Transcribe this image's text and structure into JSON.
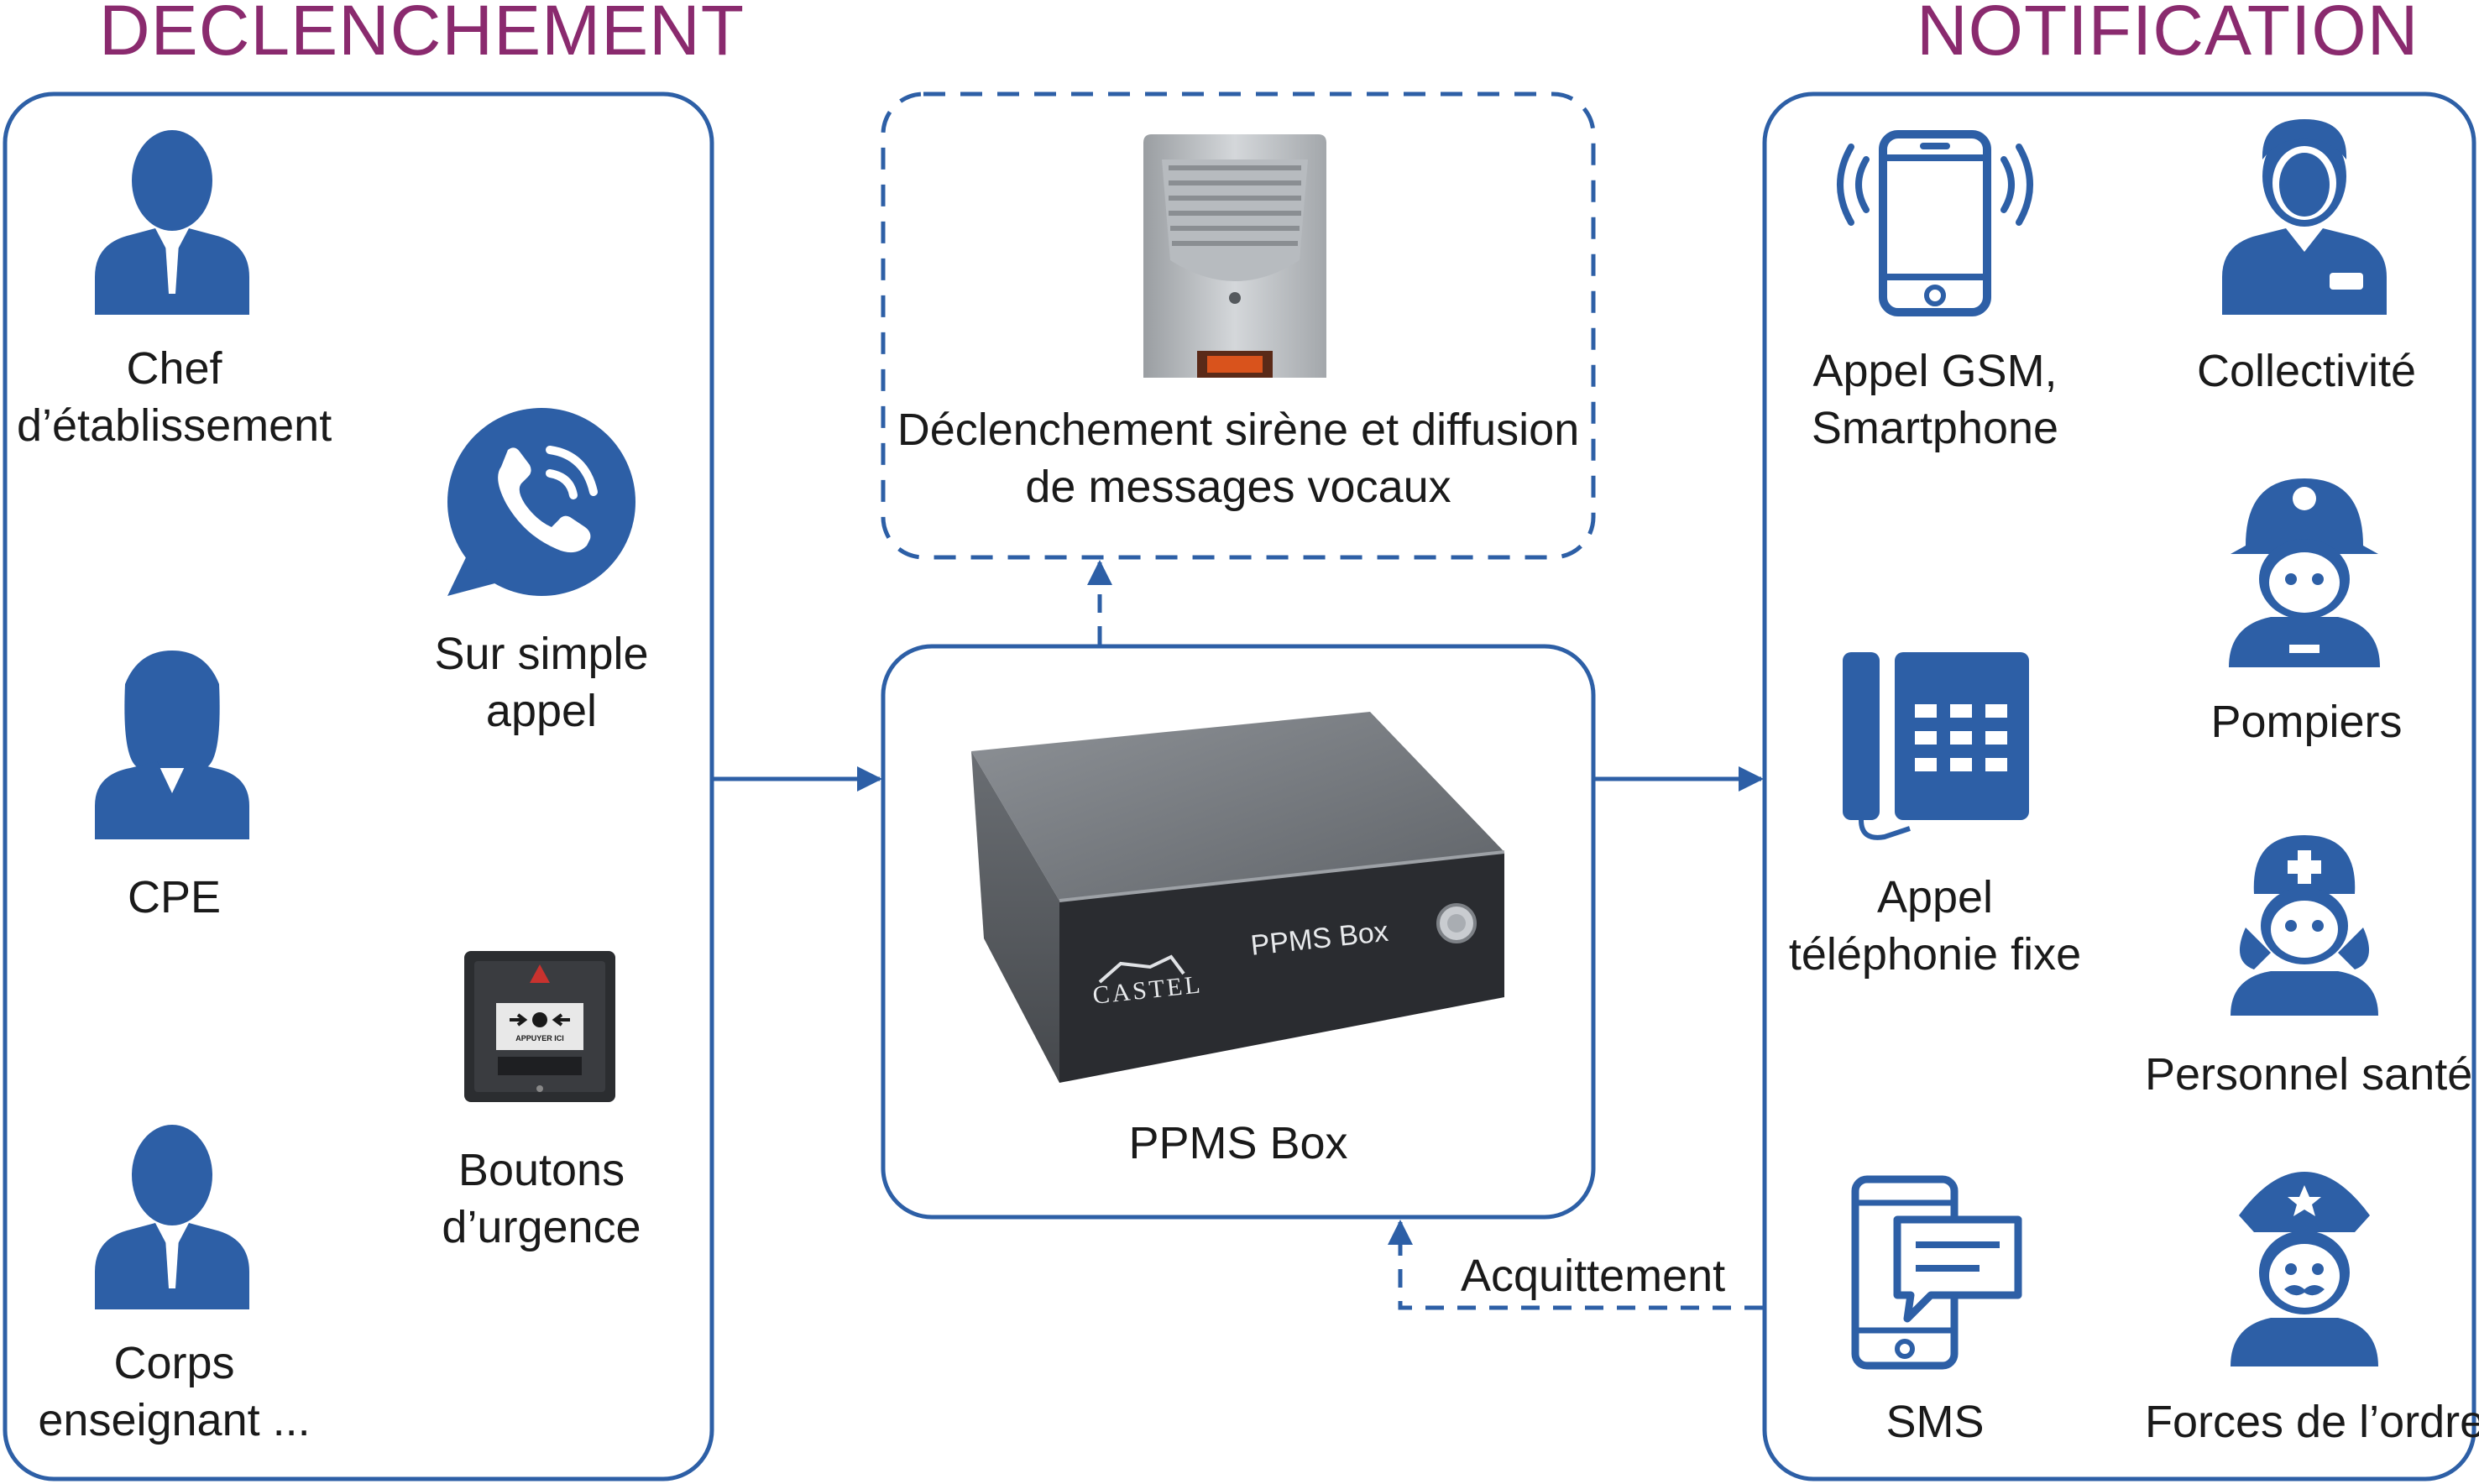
{
  "headers": {
    "left": "DECLENCHEMENT",
    "right": "NOTIFICATION"
  },
  "triggers": {
    "chef": "Chef\nd’établissement",
    "cpe": "CPE",
    "corps": "Corps\nenseignant ...",
    "simple_call": "Sur simple\nappel",
    "emergency_buttons": "Boutons\nd’urgence",
    "emergency_button_text": "APPUYER ICI"
  },
  "center": {
    "siren_label": "Déclenchement sirène et diffusion\nde messages vocaux",
    "box_label": "PPMS Box",
    "box_brand": "CASTEL",
    "box_front_text": "PPMS Box",
    "ack_label": "Acquittement"
  },
  "notifications": {
    "gsm": "Appel GSM,\nSmartphone",
    "landline": "Appel\ntéléphonie fixe",
    "sms": "SMS",
    "collectivite": "Collectivité",
    "pompiers": "Pompiers",
    "sante": "Personnel santé",
    "forces": "Forces de l’ordre"
  },
  "colors": {
    "accent_blue": "#2d5fa6",
    "title_purple": "#8a2a6e",
    "device_dark": "#3a3d42"
  }
}
